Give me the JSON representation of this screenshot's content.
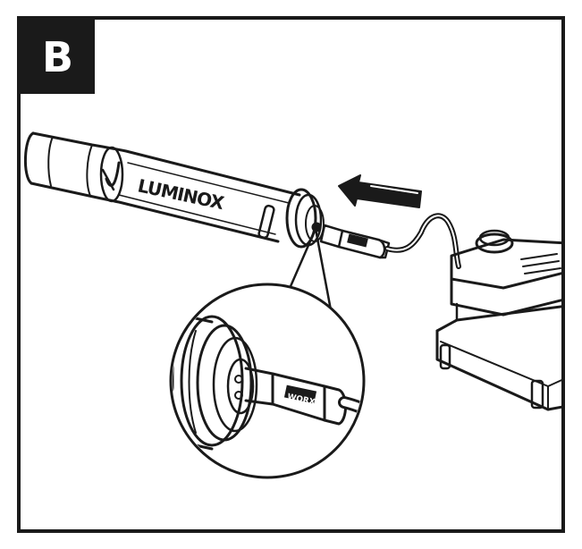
{
  "step": {
    "label": "B"
  },
  "device": {
    "brand_text": "LUMINOX"
  },
  "connector": {
    "label": "WORX"
  },
  "arrow": {
    "direction": "left"
  },
  "colors": {
    "ink": "#1a1a1a",
    "paper": "#ffffff"
  }
}
